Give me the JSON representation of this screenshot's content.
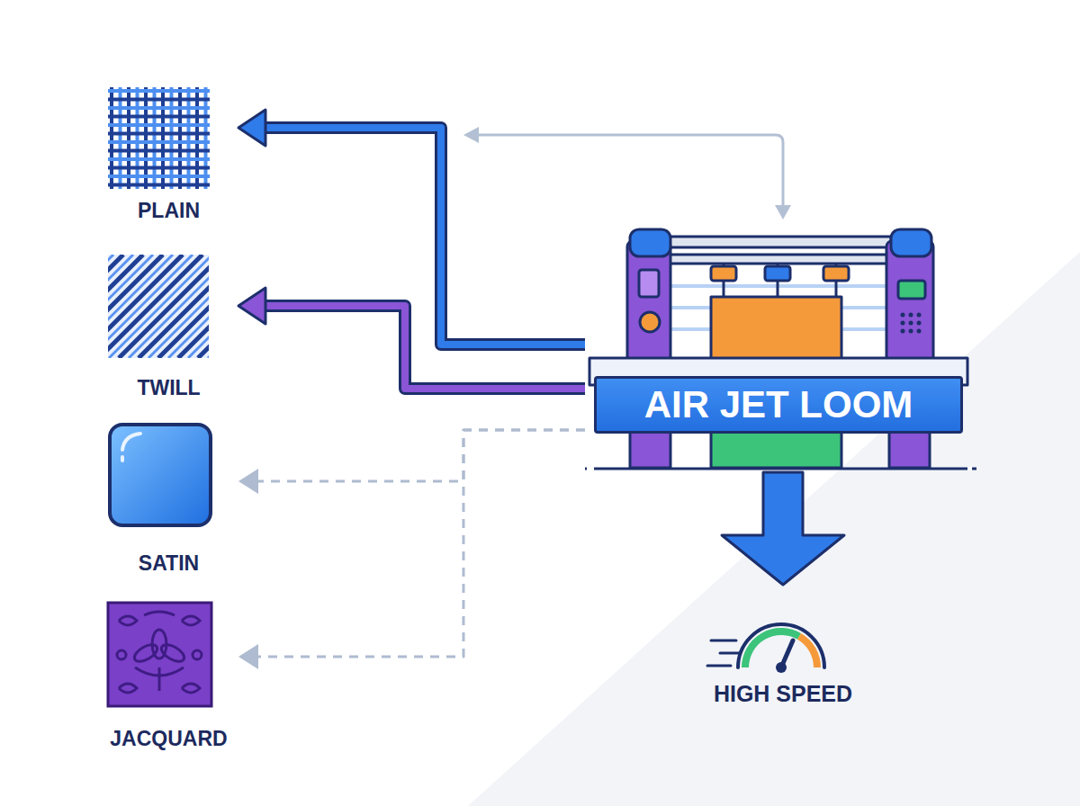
{
  "diagram": {
    "nodes": [
      {
        "text": [
          "PLAIN"
        ]
      },
      {
        "text": [
          "TWILL"
        ]
      },
      {
        "text": [
          "SATIN"
        ]
      },
      {
        "text": [
          "JACQUARD"
        ]
      },
      {
        "text": [
          "AIR JET LOOM"
        ]
      },
      {
        "text": [
          "HIGH SPEED"
        ]
      }
    ],
    "edges": [
      {
        "from": 4,
        "to": 0,
        "arrow": "to"
      },
      {
        "from": 4,
        "to": 1,
        "arrow": "to"
      },
      {
        "from": 4,
        "to": 2,
        "arrow": "to"
      },
      {
        "from": 4,
        "to": 3,
        "arrow": "to"
      },
      {
        "from": 4,
        "to": 5,
        "arrow": "to"
      }
    ]
  }
}
